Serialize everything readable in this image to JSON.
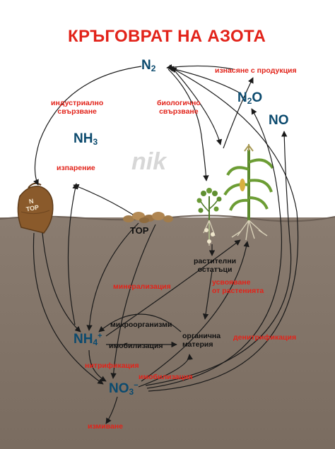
{
  "title": "КРЪГОВРАТ НА АЗОТА",
  "watermark": "nik",
  "compounds": {
    "n2": {
      "base": "N",
      "sub": "2"
    },
    "n2o": {
      "base": "N",
      "sub": "2",
      "tail": "O"
    },
    "no": "NO",
    "nh3": {
      "base": "NH",
      "sub": "3"
    },
    "nh4": {
      "base": "NH",
      "sub": "4",
      "sup": "+"
    },
    "no3": {
      "base": "NO",
      "sub": "3",
      "sup": "−"
    }
  },
  "labels": {
    "industrial_fixation": [
      "индустриално",
      "свързване"
    ],
    "biological_fixation": [
      "биологично",
      "свързване"
    ],
    "harvest_export": "изнасяне с продукция",
    "volatilization": "изпарение",
    "fertilizer": "ТОР",
    "bag_text": [
      "N",
      "ТОР"
    ],
    "plant_residues": [
      "растителни",
      "остатъци"
    ],
    "plant_uptake": [
      "усвояване",
      "от растенията"
    ],
    "mineralization": "минерализация",
    "microorganisms": "микроорганизми",
    "immobilization_1": "имобилизация",
    "organic_matter": [
      "органична",
      "материя"
    ],
    "denitrification": "денитрификация",
    "nitrification": "нитрификация",
    "immobilization_2": "имобилизация",
    "leaching": "измиване"
  },
  "colors": {
    "title": "#e2231a",
    "process_label": "#e2231a",
    "compound": "#0b4a6e",
    "soil": "#7f7166",
    "arrow": "#1a1a1a"
  }
}
